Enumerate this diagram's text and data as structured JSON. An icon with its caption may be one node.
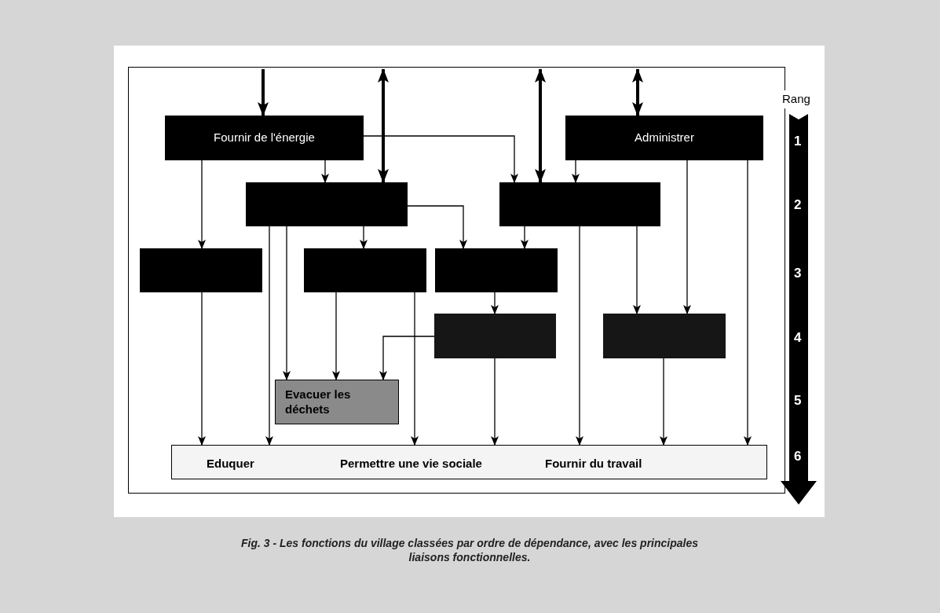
{
  "diagram": {
    "caption": "Fig. 3 - Les fonctions du village classées par ordre de dépendance, avec les principales liaisons fonctionnelles.",
    "nodes": [
      {
        "text": [
          "Fournir de l'énergie"
        ]
      },
      {
        "text": [
          "Administrer"
        ]
      },
      {
        "text": [],
        "shape": "box"
      },
      {
        "text": [],
        "shape": "box"
      },
      {
        "text": [],
        "shape": "box"
      },
      {
        "text": [],
        "shape": "box"
      },
      {
        "text": [],
        "shape": "box"
      },
      {
        "text": [],
        "shape": "box"
      },
      {
        "text": [],
        "shape": "box"
      },
      {
        "text": [
          "Evacuer les déchets"
        ]
      },
      {
        "text": [
          "Eduquer",
          "Permettre une vie sociale",
          "Fournir du travail"
        ]
      }
    ],
    "edges": [
      {
        "from": null,
        "to": 0,
        "arrow": "to",
        "style": "thick"
      },
      {
        "from": null,
        "to": 2,
        "arrow": "both",
        "style": "thick"
      },
      {
        "from": null,
        "to": 3,
        "arrow": "both",
        "style": "thick"
      },
      {
        "from": null,
        "to": 1,
        "arrow": "both",
        "style": "thick"
      },
      {
        "from": 0,
        "to": 2,
        "arrow": "to"
      },
      {
        "from": 0,
        "to": 3,
        "arrow": "to"
      },
      {
        "from": 0,
        "to": 4,
        "arrow": "to"
      },
      {
        "from": 1,
        "to": 3,
        "arrow": "to"
      },
      {
        "from": 1,
        "to": 8,
        "arrow": "to"
      },
      {
        "from": 1,
        "to": 10,
        "arrow": "to"
      },
      {
        "from": 2,
        "to": 5,
        "arrow": "to"
      },
      {
        "from": 2,
        "to": 6,
        "arrow": "to"
      },
      {
        "from": 2,
        "to": 9,
        "arrow": "to"
      },
      {
        "from": 2,
        "to": 10,
        "arrow": "to"
      },
      {
        "from": 3,
        "to": 6,
        "arrow": "to"
      },
      {
        "from": 3,
        "to": 8,
        "arrow": "to"
      },
      {
        "from": 3,
        "to": 10,
        "arrow": "to"
      },
      {
        "from": 4,
        "to": 10,
        "arrow": "to"
      },
      {
        "from": 5,
        "to": 9,
        "arrow": "to"
      },
      {
        "from": 5,
        "to": 10,
        "arrow": "to"
      },
      {
        "from": 6,
        "to": 7,
        "arrow": "to"
      },
      {
        "from": 7,
        "to": 9,
        "arrow": "to"
      },
      {
        "from": 7,
        "to": 10,
        "arrow": "to"
      },
      {
        "from": 8,
        "to": 10,
        "arrow": "to"
      }
    ],
    "labels": [
      "Rang",
      "1",
      "2",
      "3",
      "4",
      "5",
      "6"
    ]
  }
}
